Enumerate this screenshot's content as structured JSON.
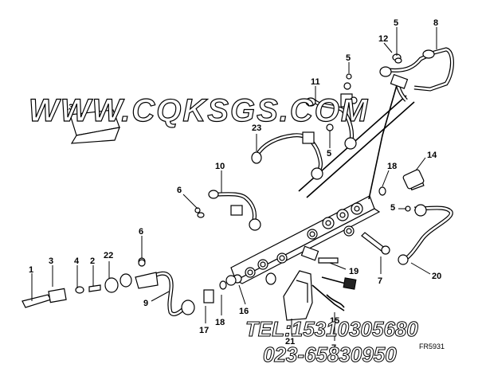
{
  "callouts": [
    "1",
    "2",
    "3",
    "4",
    "5",
    "6",
    "7",
    "8",
    "9",
    "10",
    "11",
    "12",
    "13",
    "14",
    "15",
    "16",
    "17",
    "18",
    "19",
    "20",
    "21",
    "22",
    "23"
  ],
  "watermark": {
    "url": "WWW.CQKSGS.COM",
    "tel": "TEL:15310305680",
    "phone": "023-65830950"
  },
  "drawing_ref": "FR5931"
}
